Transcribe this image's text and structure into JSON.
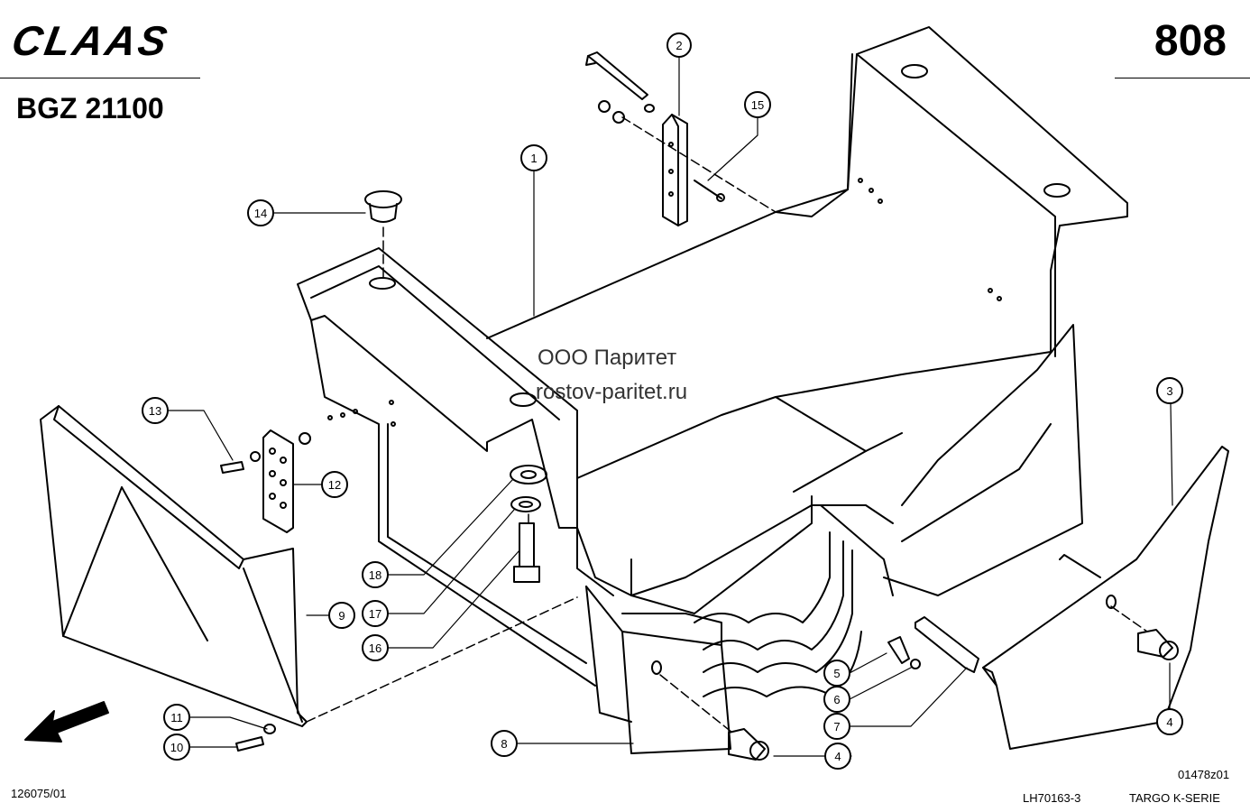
{
  "header": {
    "brand": "CLAAS",
    "drawing_number": "BGZ 21100",
    "page_number": "808"
  },
  "watermark": {
    "line1": "ООО Паритет",
    "line2": "rostov-paritet.ru"
  },
  "footer": {
    "ref_left": "126075/01",
    "ref_mid": "LH70163-3",
    "series": "TARGO K-SERIE",
    "ref_right": "01478z01"
  },
  "callouts": [
    {
      "id": "c1",
      "number": "1"
    },
    {
      "id": "c2",
      "number": "2"
    },
    {
      "id": "c3",
      "number": "3"
    },
    {
      "id": "c4a",
      "number": "4"
    },
    {
      "id": "c4b",
      "number": "4"
    },
    {
      "id": "c5",
      "number": "5"
    },
    {
      "id": "c6",
      "number": "6"
    },
    {
      "id": "c7",
      "number": "7"
    },
    {
      "id": "c8",
      "number": "8"
    },
    {
      "id": "c9",
      "number": "9"
    },
    {
      "id": "c10",
      "number": "10"
    },
    {
      "id": "c11",
      "number": "11"
    },
    {
      "id": "c12",
      "number": "12"
    },
    {
      "id": "c13",
      "number": "13"
    },
    {
      "id": "c14",
      "number": "14"
    },
    {
      "id": "c15",
      "number": "15"
    },
    {
      "id": "c16",
      "number": "16"
    },
    {
      "id": "c17",
      "number": "17"
    },
    {
      "id": "c18",
      "number": "18"
    }
  ]
}
